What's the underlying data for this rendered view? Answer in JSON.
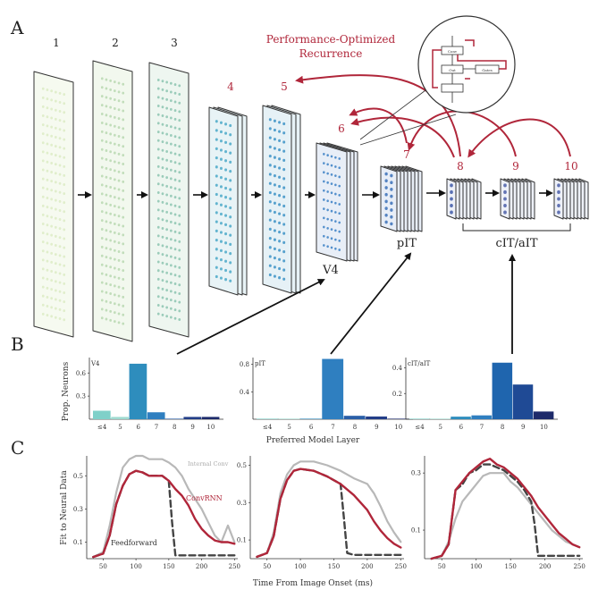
{
  "panels": {
    "a": "A",
    "b": "B",
    "c": "C"
  },
  "diagram": {
    "layer_numbers": [
      "1",
      "2",
      "3",
      "4",
      "5",
      "6",
      "7",
      "8",
      "9",
      "10"
    ],
    "annotation_line1": "Performance-Optimized",
    "annotation_line2": "Recurrence",
    "region_v4": "V4",
    "region_pit": "pIT",
    "region_cit": "cIT/aIT",
    "cell_labels": [
      "Conv",
      "Out",
      "Gates"
    ],
    "colors": {
      "recurrence": "#b0263a",
      "feedforward": "#333333",
      "dark_blue": "#1a2f6e"
    }
  },
  "histograms": {
    "ylabel": "Prop. Neurons",
    "xlabel": "Preferred Model Layer",
    "x_ticks": [
      "≤4",
      "5",
      "6",
      "7",
      "8",
      "9",
      "10"
    ]
  },
  "fit_plots": {
    "ylabel": "Fit to Neural Data",
    "xlabel": "Time From Image Onset (ms)",
    "x_ticks": [
      "50",
      "100",
      "150",
      "200",
      "250"
    ],
    "series_labels": {
      "ideal": "Internal Conv",
      "convrnn": "ConvRNN",
      "ff": "Feedforward"
    }
  },
  "chart_data": [
    {
      "type": "bar",
      "title": "V4",
      "categories": [
        "≤4",
        "5",
        "6",
        "7",
        "8",
        "9",
        "10"
      ],
      "values": [
        0.11,
        0.03,
        0.72,
        0.09,
        0.0,
        0.03,
        0.03
      ],
      "ylim": [
        0,
        0.8
      ],
      "y_ticks": [
        "0.3",
        "0.6"
      ],
      "colors": [
        "#7fd0c9",
        "#9fdad0",
        "#2e8dbd",
        "#2f7fc0",
        "#2a5fa8",
        "#233e88",
        "#1d2a6a"
      ]
    },
    {
      "type": "bar",
      "title": "pIT",
      "categories": [
        "≤4",
        "5",
        "6",
        "7",
        "8",
        "9",
        "10"
      ],
      "values": [
        0.0,
        0.0,
        0.0,
        0.88,
        0.05,
        0.04,
        0.0
      ],
      "ylim": [
        0,
        0.9
      ],
      "y_ticks": [
        "0.4",
        "0.8"
      ],
      "colors": [
        "#7fd0c9",
        "#9fdad0",
        "#2e8dbd",
        "#2f7fc0",
        "#2a5fa8",
        "#233e88",
        "#1d2a6a"
      ]
    },
    {
      "type": "bar",
      "title": "cIT/aIT",
      "categories": [
        "≤4",
        "5",
        "6",
        "7",
        "8",
        "9",
        "10"
      ],
      "values": [
        0.0,
        0.0,
        0.02,
        0.03,
        0.44,
        0.27,
        0.06
      ],
      "ylim": [
        0,
        0.48
      ],
      "y_ticks": [
        "0.2",
        "0.4"
      ],
      "colors": [
        "#7fd0c9",
        "#9fdad0",
        "#2e8dbd",
        "#2f7fc0",
        "#1f65ae",
        "#1f4a95",
        "#1d2a6a"
      ]
    },
    {
      "type": "line",
      "xlim": [
        25,
        255
      ],
      "ylim": [
        0,
        0.62
      ],
      "y_ticks": [
        "0.1",
        "0.3",
        "0.5"
      ],
      "series": [
        {
          "key": "ideal",
          "x": [
            35,
            50,
            60,
            70,
            80,
            90,
            100,
            110,
            120,
            130,
            140,
            150,
            160,
            170,
            180,
            190,
            200,
            210,
            220,
            230,
            240,
            250
          ],
          "y": [
            0.01,
            0.04,
            0.2,
            0.4,
            0.55,
            0.6,
            0.62,
            0.62,
            0.6,
            0.6,
            0.6,
            0.58,
            0.55,
            0.5,
            0.42,
            0.36,
            0.3,
            0.22,
            0.14,
            0.1,
            0.2,
            0.1
          ]
        },
        {
          "key": "convrnn",
          "x": [
            35,
            50,
            60,
            70,
            80,
            90,
            100,
            110,
            120,
            130,
            140,
            150,
            160,
            170,
            180,
            190,
            200,
            210,
            220,
            230,
            240,
            250
          ],
          "y": [
            0.01,
            0.03,
            0.14,
            0.33,
            0.44,
            0.51,
            0.53,
            0.52,
            0.5,
            0.5,
            0.5,
            0.47,
            0.42,
            0.38,
            0.32,
            0.24,
            0.18,
            0.14,
            0.11,
            0.1,
            0.1,
            0.09
          ]
        },
        {
          "key": "ff",
          "x": [
            35,
            50,
            60,
            70,
            80,
            90,
            100,
            110,
            120,
            130,
            140,
            150,
            155,
            160,
            250
          ],
          "y": [
            0.01,
            0.03,
            0.14,
            0.33,
            0.44,
            0.51,
            0.53,
            0.52,
            0.5,
            0.5,
            0.5,
            0.47,
            0.22,
            0.02,
            0.02
          ]
        }
      ]
    },
    {
      "type": "line",
      "xlim": [
        25,
        255
      ],
      "ylim": [
        0,
        0.55
      ],
      "y_ticks": [
        "0.1",
        "0.3",
        "0.5"
      ],
      "series": [
        {
          "key": "ideal",
          "x": [
            35,
            50,
            60,
            70,
            80,
            90,
            100,
            120,
            140,
            160,
            180,
            200,
            210,
            220,
            230,
            240,
            250
          ],
          "y": [
            0.01,
            0.03,
            0.14,
            0.35,
            0.45,
            0.5,
            0.52,
            0.52,
            0.5,
            0.47,
            0.43,
            0.4,
            0.35,
            0.28,
            0.2,
            0.14,
            0.09
          ]
        },
        {
          "key": "convrnn",
          "x": [
            35,
            50,
            60,
            70,
            80,
            90,
            100,
            120,
            140,
            160,
            180,
            200,
            210,
            220,
            230,
            240,
            250
          ],
          "y": [
            0.01,
            0.03,
            0.12,
            0.32,
            0.42,
            0.47,
            0.48,
            0.47,
            0.44,
            0.4,
            0.34,
            0.26,
            0.2,
            0.15,
            0.11,
            0.08,
            0.06
          ]
        },
        {
          "key": "ff",
          "x": [
            35,
            50,
            60,
            70,
            80,
            90,
            100,
            120,
            140,
            160,
            165,
            170,
            180,
            250
          ],
          "y": [
            0.01,
            0.03,
            0.12,
            0.32,
            0.42,
            0.47,
            0.48,
            0.47,
            0.44,
            0.4,
            0.22,
            0.03,
            0.02,
            0.02
          ]
        }
      ]
    },
    {
      "type": "line",
      "xlim": [
        25,
        255
      ],
      "ylim": [
        0,
        0.36
      ],
      "y_ticks": [
        "0.1",
        "0.3"
      ],
      "series": [
        {
          "key": "ideal",
          "x": [
            35,
            50,
            60,
            70,
            80,
            90,
            100,
            110,
            120,
            130,
            140,
            150,
            160,
            170,
            180,
            190,
            200,
            210,
            220,
            230,
            240,
            250
          ],
          "y": [
            0.0,
            0.01,
            0.06,
            0.14,
            0.2,
            0.23,
            0.26,
            0.29,
            0.3,
            0.3,
            0.3,
            0.27,
            0.25,
            0.22,
            0.19,
            0.16,
            0.13,
            0.1,
            0.08,
            0.06,
            0.05,
            0.04
          ]
        },
        {
          "key": "convrnn",
          "x": [
            35,
            50,
            60,
            70,
            80,
            90,
            100,
            110,
            120,
            130,
            140,
            150,
            160,
            170,
            180,
            190,
            200,
            210,
            220,
            230,
            240,
            250
          ],
          "y": [
            0.0,
            0.01,
            0.05,
            0.24,
            0.27,
            0.3,
            0.32,
            0.34,
            0.35,
            0.33,
            0.32,
            0.3,
            0.28,
            0.25,
            0.22,
            0.18,
            0.15,
            0.12,
            0.09,
            0.07,
            0.05,
            0.04
          ]
        },
        {
          "key": "ff",
          "x": [
            35,
            50,
            60,
            70,
            80,
            90,
            100,
            110,
            120,
            130,
            140,
            150,
            160,
            170,
            180,
            185,
            190,
            250
          ],
          "y": [
            0.0,
            0.01,
            0.05,
            0.24,
            0.26,
            0.3,
            0.31,
            0.33,
            0.33,
            0.32,
            0.31,
            0.29,
            0.27,
            0.24,
            0.2,
            0.12,
            0.01,
            0.01
          ]
        }
      ]
    }
  ]
}
